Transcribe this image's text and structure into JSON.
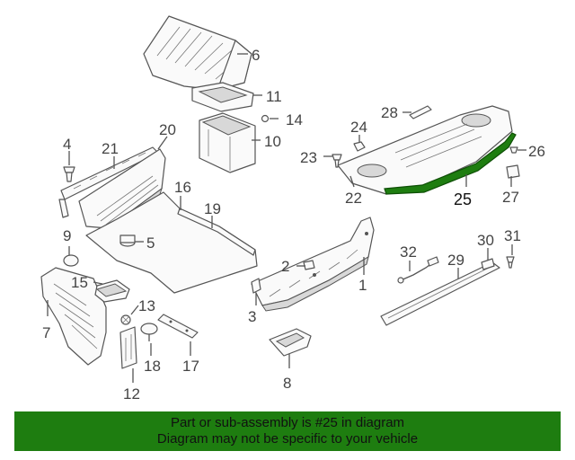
{
  "diagram": {
    "callouts": [
      "1",
      "2",
      "3",
      "4",
      "5",
      "6",
      "7",
      "8",
      "9",
      "10",
      "11",
      "12",
      "13",
      "14",
      "15",
      "16",
      "17",
      "18",
      "19",
      "20",
      "21",
      "22",
      "23",
      "24",
      "25",
      "26",
      "27",
      "28",
      "29",
      "30",
      "31",
      "32"
    ],
    "highlight_color": "#1e7d10"
  },
  "banner": {
    "line1": "Part or sub-assembly is #25 in diagram",
    "line2": "Diagram may not be specific to your vehicle",
    "background": "#1e7d10"
  }
}
